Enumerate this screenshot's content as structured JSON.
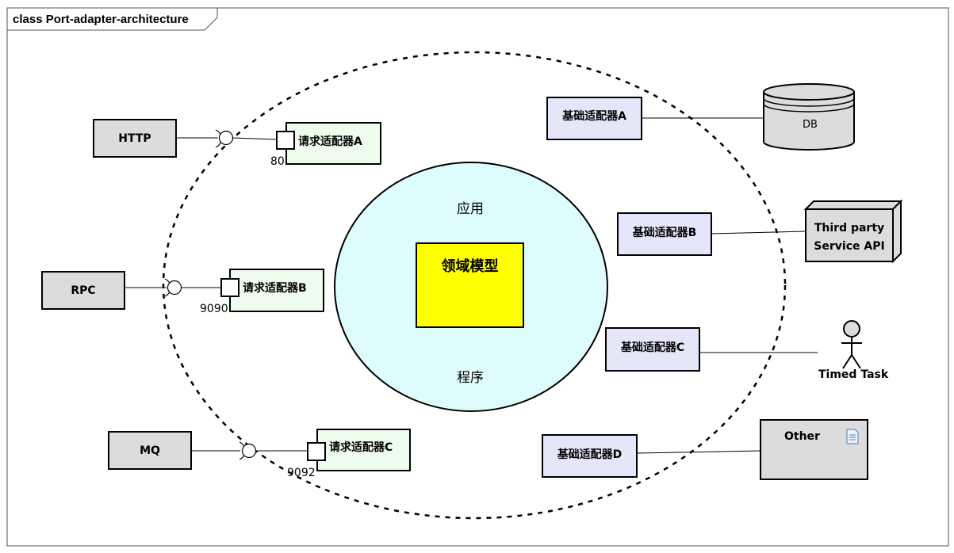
{
  "frame": {
    "title": "class Port-adapter-architecture"
  },
  "core": {
    "app_top": "应用",
    "app_bottom": "程序",
    "domain_model": "领域模型"
  },
  "clients": [
    {
      "name": "HTTP",
      "adapter": "请求适配器A",
      "port": "80"
    },
    {
      "name": "RPC",
      "adapter": "请求适配器B",
      "port": "9090"
    },
    {
      "name": "MQ",
      "adapter": "请求适配器C",
      "port": "9092"
    }
  ],
  "infra_adapters": [
    {
      "name": "基础适配器A",
      "target": "DB"
    },
    {
      "name": "基础适配器B",
      "target_line1": "Third party",
      "target_line2": "Service API"
    },
    {
      "name": "基础适配器C",
      "target": "Timed Task"
    },
    {
      "name": "基础适配器D",
      "target": "Other"
    }
  ],
  "colors": {
    "client_fill": "#dcdcdc",
    "request_adapter_fill": "#eefcee",
    "infra_adapter_fill": "#e6e6fa",
    "app_fill": "#dffcfc",
    "domain_fill": "#ffff00",
    "db_fill": "#dcdcdc"
  }
}
